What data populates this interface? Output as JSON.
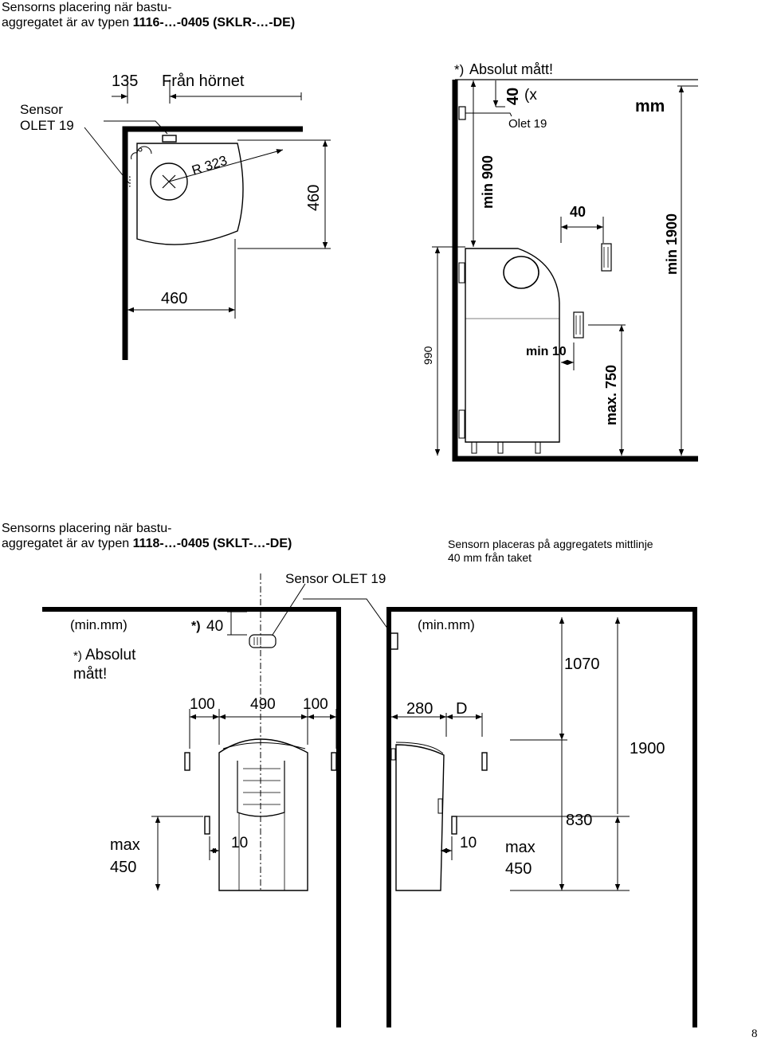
{
  "section1": {
    "heading_line1": "Sensorns placering när bastu-",
    "heading_line2_prefix": "aggregatet är av typen ",
    "heading_model": "1116-…-0405  (SKLR-…-DE)",
    "plan": {
      "sensor_label": "Sensor",
      "sensor_model": "OLET 19",
      "dim_135": "135",
      "from_corner": "Från hörnet",
      "radius": "R 323",
      "dim_460_vertical": "460",
      "dim_460_horizontal": "460"
    },
    "side": {
      "absolute_note_marker": "*)",
      "absolute_note": "Absolut mått!",
      "dim_40_top": "40",
      "dim_40_top_suffix": "(x",
      "olet_label": "Olet 19",
      "unit": "mm",
      "min_900": "min 900",
      "dim_40": "40",
      "min_1900": "min 1900",
      "dim_990": "990",
      "min_10": "min 10",
      "max_750": "max. 750"
    }
  },
  "section2": {
    "heading_line1": "Sensorns placering när bastu-",
    "heading_line2_prefix": "aggregatet är av typen ",
    "heading_model": "1118-…-0405  (SKLT-…-DE)",
    "note_line1": "Sensorn placeras på aggregatets mittlinje",
    "note_line2": "40 mm från taket",
    "sensor_callout": "Sensor  OLET 19",
    "front": {
      "min_mm": "(min.mm)",
      "abs_marker": "*)",
      "abs_line1": "Absolut",
      "abs_line2": "mått!",
      "dim_40_marker": "*)",
      "dim_40": "40",
      "dim_100_left": "100",
      "dim_490": "490",
      "dim_100_right": "100",
      "max_450_line1": "max",
      "max_450_line2": "450",
      "dim_10": "10"
    },
    "side": {
      "min_mm": "(min.mm)",
      "dim_280": "280",
      "dim_d": "D",
      "dim_1070": "1070",
      "dim_1900": "1900",
      "dim_830": "830",
      "dim_10": "10",
      "max_450_line1": "max",
      "max_450_line2": "450"
    }
  },
  "page_number": "8"
}
